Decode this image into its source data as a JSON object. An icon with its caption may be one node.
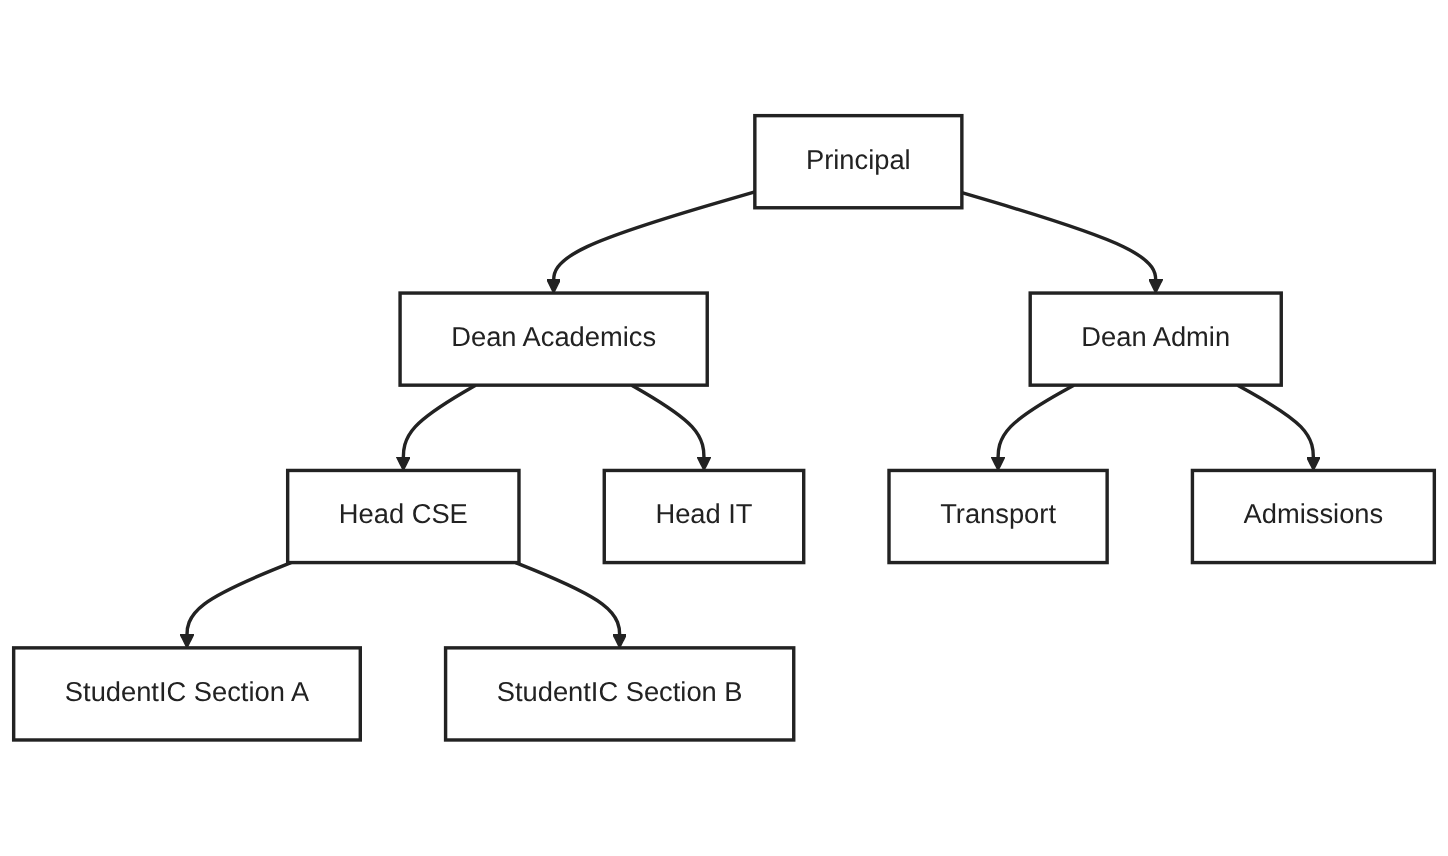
{
  "diagram": {
    "nodes": [
      {
        "text": [
          "Principal"
        ]
      },
      {
        "text": [
          "Dean Academics"
        ]
      },
      {
        "text": [
          "Dean Admin"
        ]
      },
      {
        "text": [
          "Head CSE"
        ]
      },
      {
        "text": [
          "Head IT"
        ]
      },
      {
        "text": [
          "Transport"
        ]
      },
      {
        "text": [
          "Admissions"
        ]
      },
      {
        "text": [
          "StudentIC Section A"
        ]
      },
      {
        "text": [
          "StudentIC Section B"
        ]
      }
    ],
    "edges": [
      {
        "from": 0,
        "to": 1,
        "arrow": "to"
      },
      {
        "from": 0,
        "to": 2,
        "arrow": "to"
      },
      {
        "from": 1,
        "to": 3,
        "arrow": "to"
      },
      {
        "from": 1,
        "to": 4,
        "arrow": "to"
      },
      {
        "from": 2,
        "to": 5,
        "arrow": "to"
      },
      {
        "from": 2,
        "to": 6,
        "arrow": "to"
      },
      {
        "from": 3,
        "to": 7,
        "arrow": "to"
      },
      {
        "from": 3,
        "to": 8,
        "arrow": "to"
      }
    ]
  }
}
